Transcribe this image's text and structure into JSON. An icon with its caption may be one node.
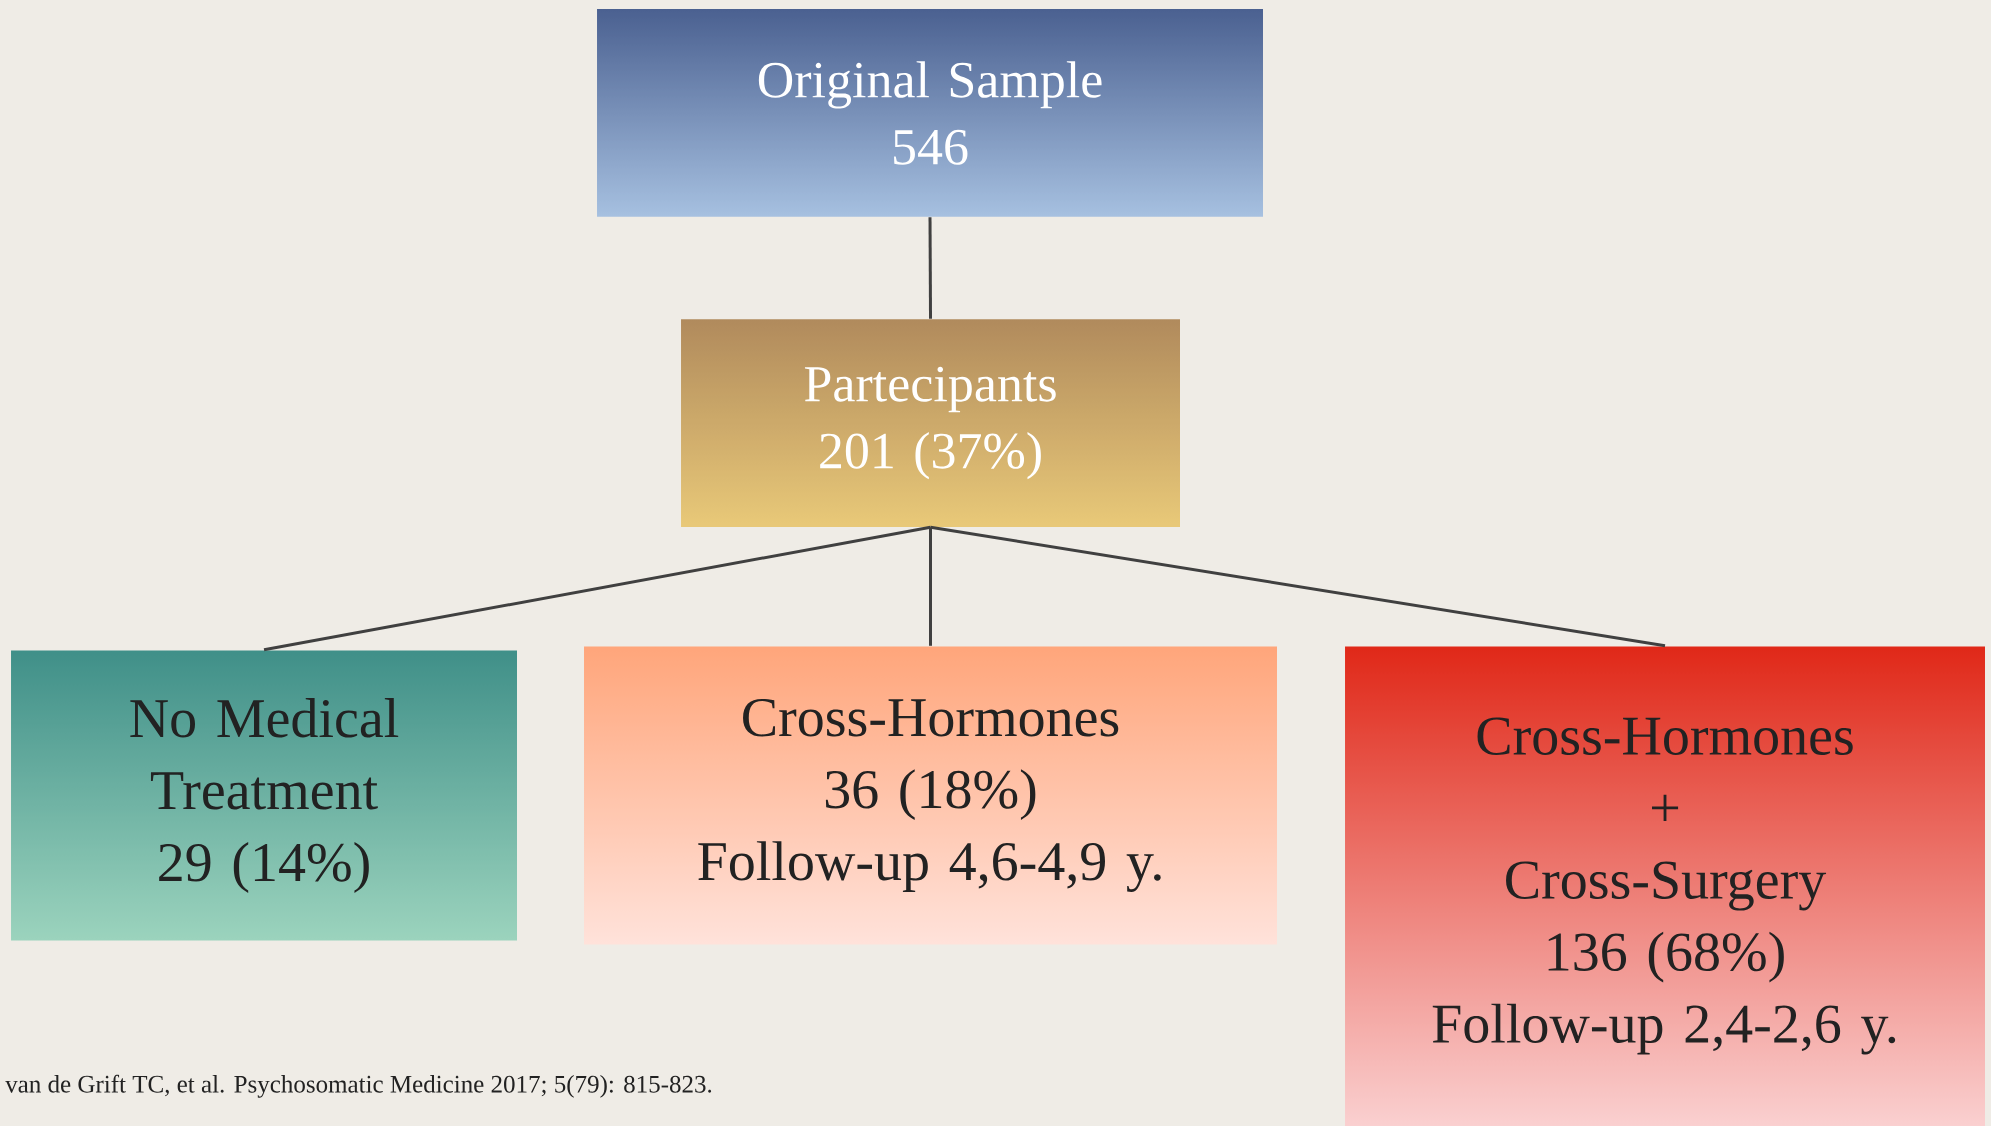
{
  "diagram": {
    "nodes": [
      {
        "text": [
          "Original Sample",
          "546"
        ]
      },
      {
        "text": [
          "Partecipants",
          "201 (37%)"
        ]
      },
      {
        "text": [
          "No Medical Treatment",
          "29 (14%)"
        ]
      },
      {
        "text": [
          "Cross-Hormones",
          "36 (18%)",
          "Follow-up 4,6-4,9 y."
        ]
      },
      {
        "text": [
          "Cross-Hormones",
          "+",
          "Cross-Surgery",
          "136 (68%)",
          "Follow-up 2,4-2,6 y."
        ]
      }
    ],
    "edges": [
      {
        "from": 0,
        "to": 1,
        "arrow": "none"
      },
      {
        "from": 1,
        "to": 2,
        "arrow": "none"
      },
      {
        "from": 1,
        "to": 3,
        "arrow": "none"
      },
      {
        "from": 1,
        "to": 4,
        "arrow": "none"
      }
    ],
    "labels": [
      "van de Grift TC, et al. Psychosomatic Medicine 2017; 5(79): 815-823."
    ]
  }
}
